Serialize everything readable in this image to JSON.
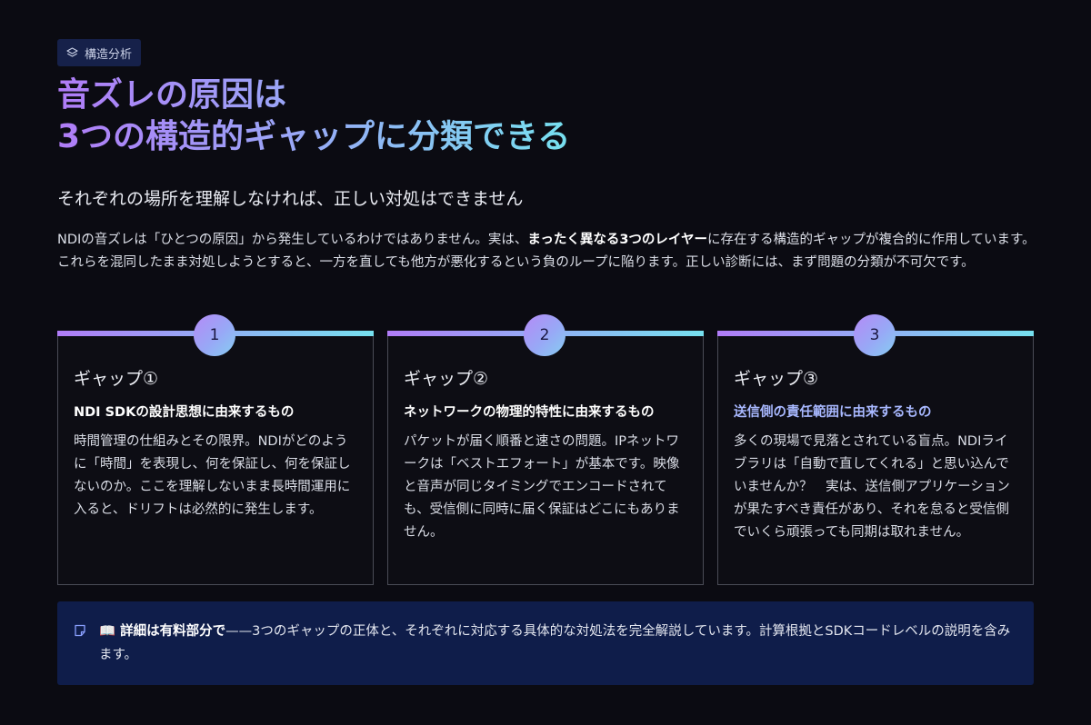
{
  "badge": {
    "label": "構造分析",
    "icon": "layers-icon"
  },
  "title": {
    "line1": "音ズレの原因は",
    "line2": "3つの構造的ギャップに分類できる"
  },
  "subtitle": "それぞれの場所を理解しなければ、正しい対処はできません",
  "intro": {
    "before": "NDIの音ズレは「ひとつの原因」から発生しているわけではありません。実は、",
    "emphasis": "まったく異なる3つのレイヤー",
    "after": "に存在する構造的ギャップが複合的に作用しています。これらを混同したまま対処しようとすると、一方を直しても他方が悪化するという負のループに陥ります。正しい診断には、まず問題の分類が不可欠です。"
  },
  "cards": [
    {
      "number": "1",
      "title": "ギャップ①",
      "subtitle": "NDI SDKの設計思想に由来するもの",
      "body": "時間管理の仕組みとその限界。NDIがどのように「時間」を表現し、何を保証し、何を保証しないのか。ここを理解しないまま長時間運用に入ると、ドリフトは必然的に発生します。"
    },
    {
      "number": "2",
      "title": "ギャップ②",
      "subtitle": "ネットワークの物理的特性に由来するもの",
      "body": "パケットが届く順番と速さの問題。IPネットワークは「ベストエフォート」が基本です。映像と音声が同じタイミングでエンコードされても、受信側に同時に届く保証はどこにもありません。"
    },
    {
      "number": "3",
      "title": "ギャップ③",
      "subtitle": "送信側の責任範囲に由来するもの",
      "body": "多くの現場で見落とされている盲点。NDIライブラリは「自動で直してくれる」と思い込んでいませんか？　実は、送信側アプリケーションが果たすべき責任があり、それを怠ると受信側でいくら頑張っても同期は取れません。"
    }
  ],
  "note": {
    "icon": "note-icon",
    "emphasis": "📖 詳細は有料部分で",
    "text": "——3つのギャップの正体と、それぞれに対応する具体的な対処法を完全解説しています。計算根拠とSDKコードレベルの説明を含みます。"
  },
  "colors": {
    "background": "#0b0b12",
    "accent_purple": "#b07cf7",
    "accent_cyan": "#76e0ef",
    "note_background": "#0f1d4a",
    "badge_background": "#16214a"
  }
}
